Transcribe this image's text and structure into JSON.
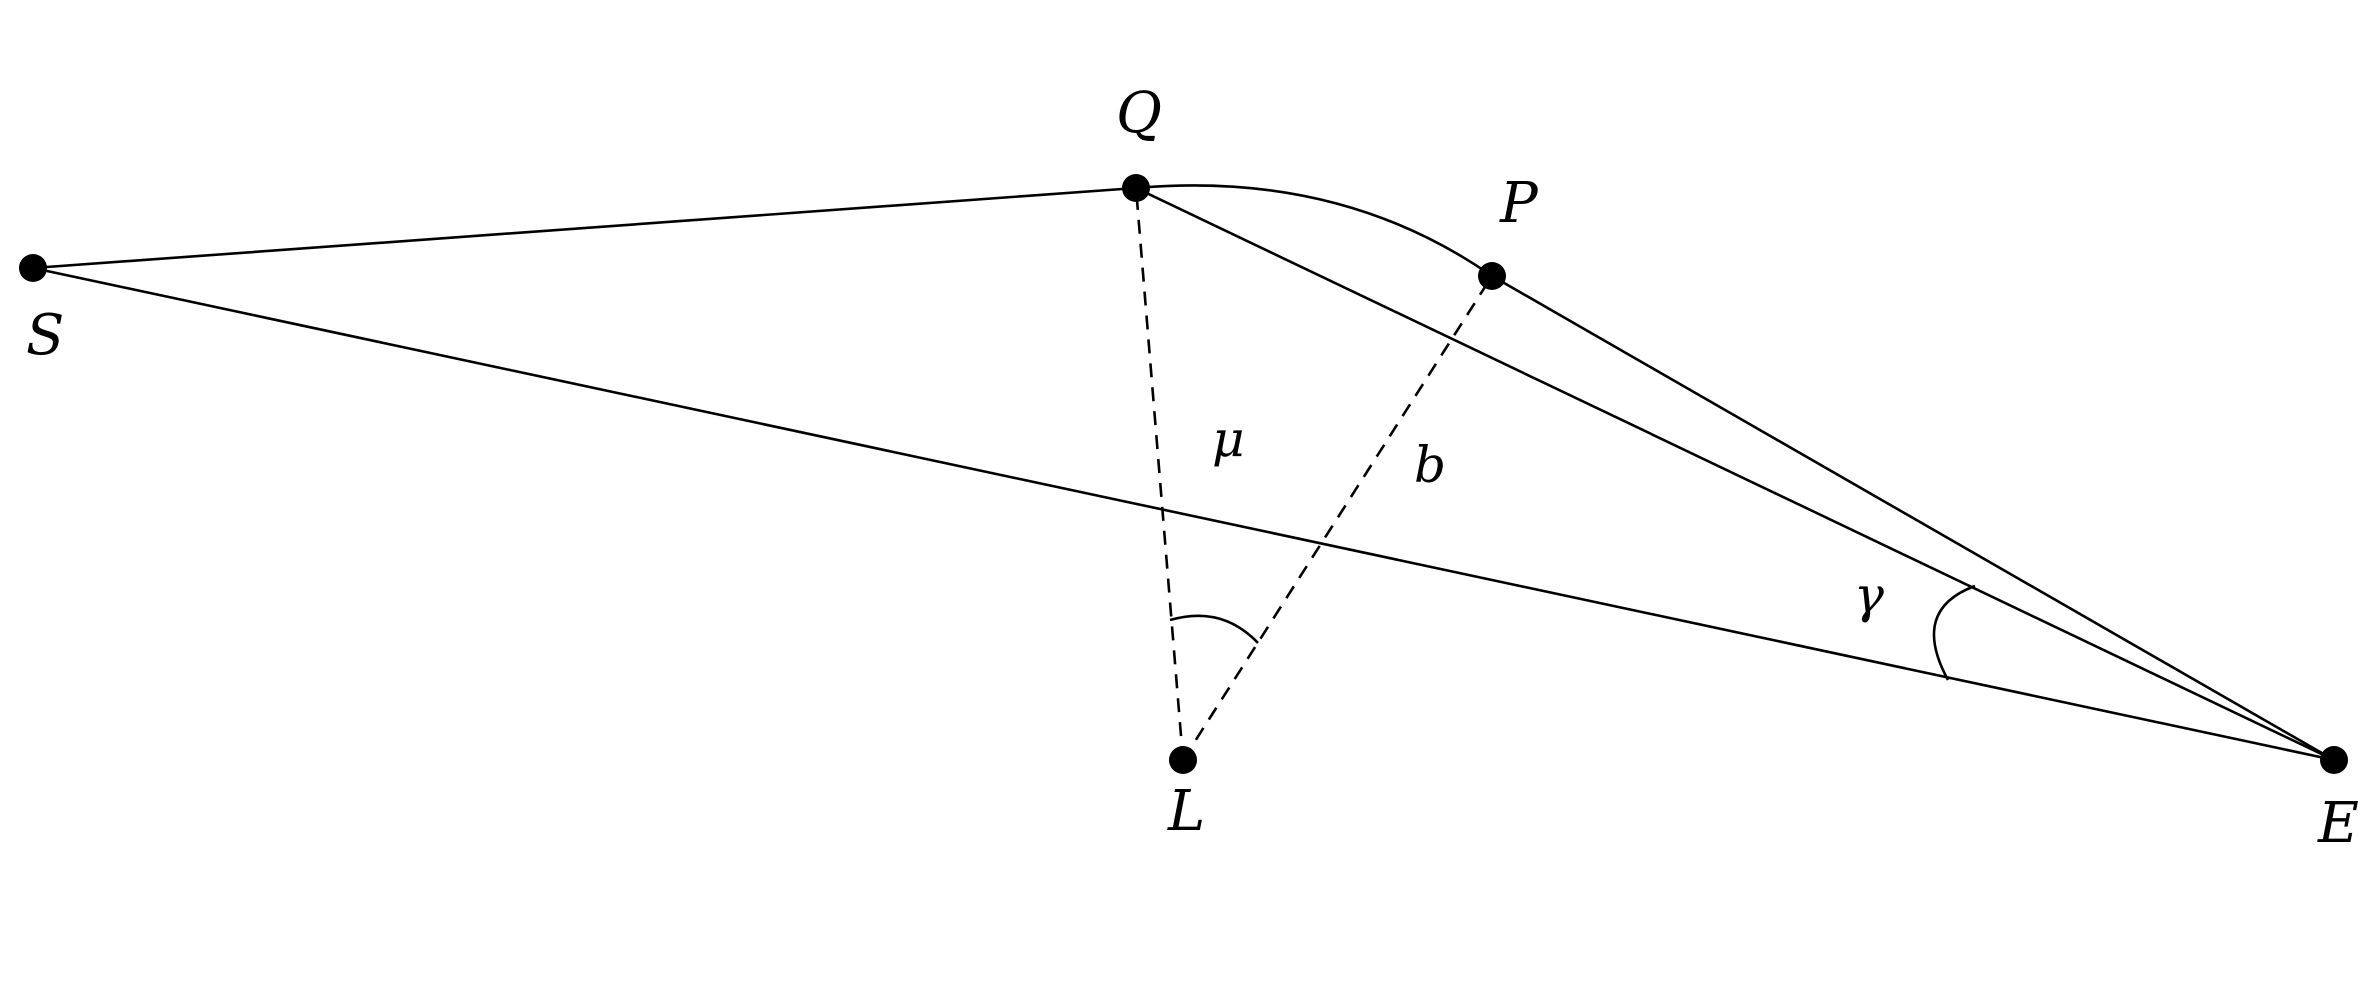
{
  "points": {
    "S": {
      "label": "S"
    },
    "Q": {
      "label": "Q"
    },
    "P": {
      "label": "P"
    },
    "L": {
      "label": "L"
    },
    "E": {
      "label": "E"
    }
  },
  "symbols": {
    "mu": "μ",
    "b": "b",
    "gamma": "γ"
  },
  "colors": {
    "stroke": "#000000",
    "background": "#ffffff"
  }
}
